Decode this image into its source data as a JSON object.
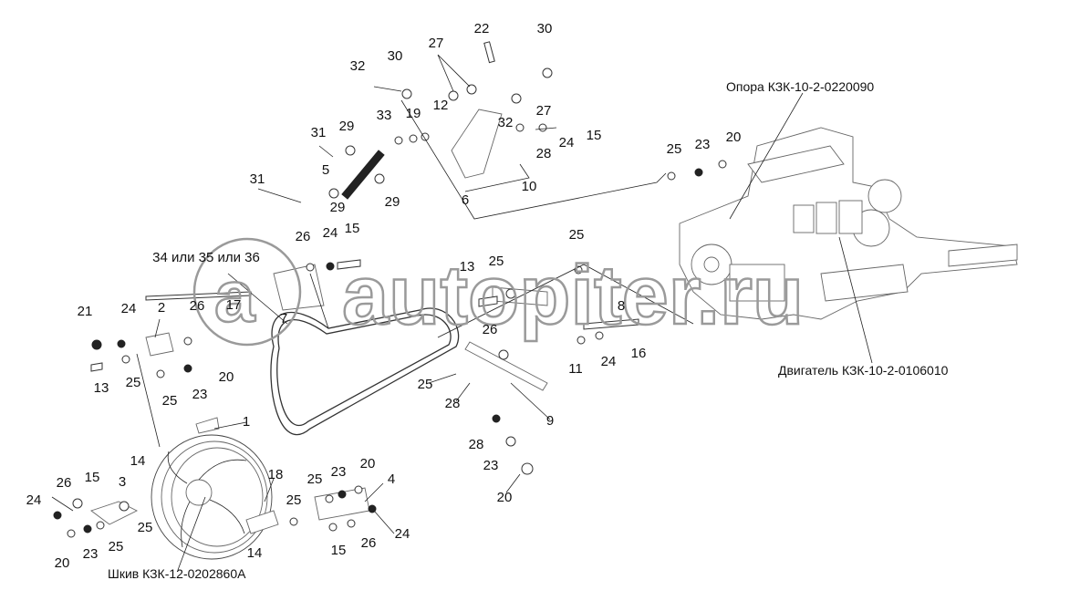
{
  "callouts": [
    "22",
    "30",
    "27",
    "32",
    "30",
    "12",
    "27",
    "33",
    "19",
    "32",
    "29",
    "15",
    "24",
    "28",
    "31",
    "5",
    "6",
    "10",
    "31",
    "29",
    "29",
    "25",
    "23",
    "20",
    "25",
    "26",
    "24",
    "15",
    "34 или 35 или 36",
    "13",
    "25",
    "8",
    "21",
    "24",
    "2",
    "26",
    "17",
    "7",
    "26",
    "16",
    "11",
    "24",
    "13",
    "25",
    "25",
    "23",
    "20",
    "25",
    "28",
    "9",
    "1",
    "28",
    "23",
    "20",
    "14",
    "20",
    "15",
    "3",
    "26",
    "18",
    "25",
    "23",
    "4",
    "24",
    "25",
    "25",
    "24",
    "20",
    "23",
    "25",
    "15",
    "26",
    "14"
  ],
  "captions": {
    "support": "Опора КЗК-10-2-0220090",
    "engine": "Двигатель КЗК-10-2-0106010",
    "pulley": "Шкив КЗК-12-0202860А"
  },
  "watermark": "autopiter.ru"
}
